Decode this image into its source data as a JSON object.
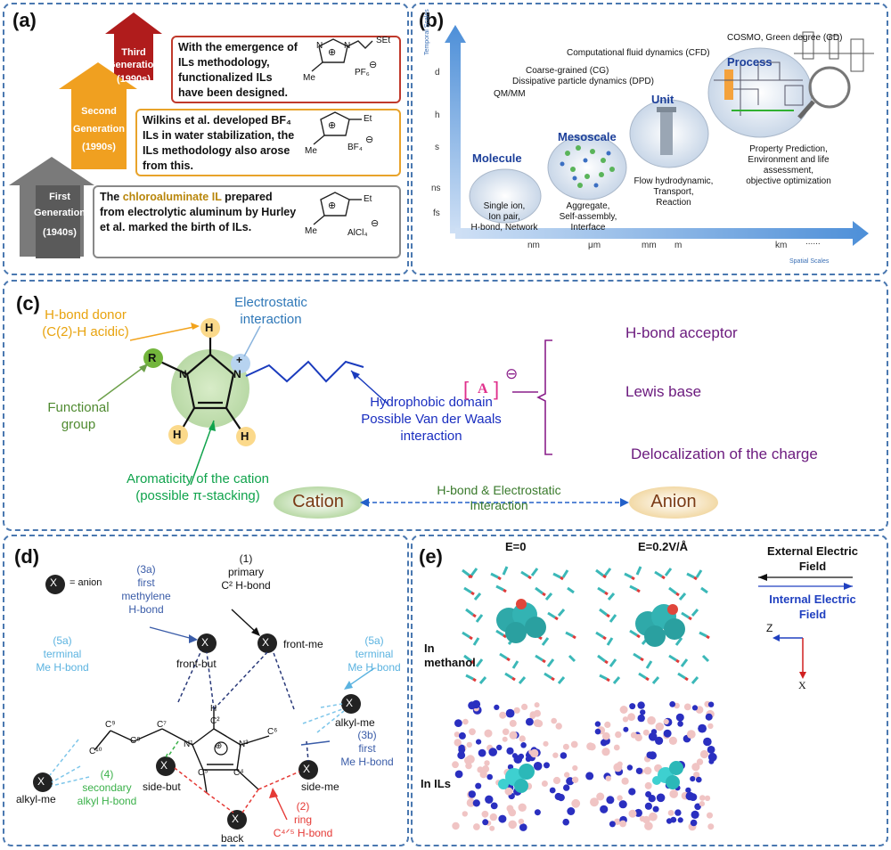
{
  "panel_a": {
    "label": "(a)",
    "generations": [
      {
        "name": "Third",
        "name2": "Generation",
        "era": "(1990s)",
        "text": [
          "With the emergence of",
          "ILs methodology,",
          "functionalized  ILs",
          "have been designed."
        ],
        "anion": "PF₆",
        "substituent": "SEt",
        "color": "#b71c1c"
      },
      {
        "name": "Second",
        "name2": "Generation",
        "era": "(1990s)",
        "text": [
          "Wilkins et al. developed BF₄",
          "ILs in water stabilization, the",
          "ILs methodology also arose",
          "from this."
        ],
        "anion": "BF₄",
        "substituent": "Et",
        "color": "#f0a020"
      },
      {
        "name": "First",
        "name2": "Generation",
        "era": "(1940s)",
        "text_pre": "The ",
        "text_highlight": "chloroaluminate IL",
        "text_post": " prepared",
        "text": [
          "from electrolytic aluminum by Hurley",
          "et al. marked the birth of ILs."
        ],
        "anion": "AlCl₄",
        "substituent": "Et",
        "color": "#777777"
      }
    ],
    "me_label": "Me",
    "n_label": "N",
    "charge_plus": "⊕",
    "charge_minus": "⊖"
  },
  "panel_b": {
    "label": "(b)",
    "temporal_label": "Temporal Scales",
    "spatial_label": "Spatial Scales",
    "time_ticks": [
      "d",
      "h",
      "s",
      "ns",
      "fs"
    ],
    "space_ticks": [
      "nm",
      "μm",
      "mm",
      "m",
      "km",
      "......"
    ],
    "methods": {
      "qmmm": "QM/MM",
      "cg": "Coarse-grained (CG)",
      "dpd": "Dissipative particle dynamics (DPD)",
      "cfd": "Computational fluid dynamics (CFD)",
      "cosmo": "COSMO, Green degree (GD)"
    },
    "levels": {
      "molecule": "Molecule",
      "mesoscale": "Mesoscale",
      "unit": "Unit",
      "process": "Process"
    },
    "descriptions": {
      "molecule": [
        "Single ion,",
        "Ion pair,",
        "H-bond, Network"
      ],
      "mesoscale": [
        "Aggregate,",
        "Self-assembly,",
        "Interface"
      ],
      "unit": [
        "Flow hydrodynamic,",
        "Transport,",
        "Reaction"
      ],
      "process": [
        "Property Prediction,",
        "Environment and life",
        "assessment,",
        "objective optimization"
      ]
    }
  },
  "panel_c": {
    "label": "(c)",
    "hbond_donor": [
      "H-bond donor",
      "(C(2)-H acidic)"
    ],
    "electrostatic": [
      "Electrostatic",
      "interaction"
    ],
    "functional_group": [
      "Functional",
      "group"
    ],
    "hydrophobic": [
      "Hydrophobic domain",
      "Possible Van der Waals",
      "interaction"
    ],
    "aromaticity": [
      "Aromaticity of the cation",
      "(possible π-stacking)"
    ],
    "anion_symbol": "A",
    "anion_charge": "⊖",
    "anion_props": [
      "H-bond acceptor",
      "Lewis base",
      "Delocalization of the charge"
    ],
    "cation": "Cation",
    "anion": "Anion",
    "interaction": [
      "H-bond & Electrostatic",
      "Interaction"
    ],
    "atom_h": "H",
    "atom_n": "N",
    "atom_r": "R",
    "plus": "+"
  },
  "panel_d": {
    "label": "(d)",
    "legend_x": "X",
    "legend_text": "= anion",
    "labels": {
      "primary": [
        "(1)",
        "primary",
        "C² H-bond"
      ],
      "first_methylene": [
        "(3a)",
        "first",
        "methylene",
        "H-bond"
      ],
      "terminal_left": [
        "(5a)",
        "terminal",
        "Me H-bond"
      ],
      "terminal_right": [
        "(5a)",
        "terminal",
        "Me H-bond"
      ],
      "first_me": [
        "(3b)",
        "first",
        "Me H-bond"
      ],
      "secondary": [
        "(4)",
        "secondary",
        "alkyl H-bond"
      ],
      "ring": [
        "(2)",
        "ring",
        "C⁴ᐟ⁵ H-bond"
      ]
    },
    "anion_positions": [
      "front-but",
      "front-me",
      "alkyl-me",
      "alkyl-me",
      "side-but",
      "side-me",
      "back"
    ],
    "atoms": [
      "C¹⁰",
      "C⁹",
      "C⁸",
      "C⁷",
      "N¹",
      "C²",
      "N³",
      "C⁶",
      "C⁵",
      "C⁴",
      "H",
      "⊕"
    ]
  },
  "panel_e": {
    "label": "(e)",
    "col1": "E=0",
    "col2": "E=0.2V/Å",
    "row1": [
      "In",
      "methanol"
    ],
    "row2": "In ILs",
    "external": [
      "External Electric",
      "Field"
    ],
    "internal": [
      "Internal Electric",
      "Field"
    ],
    "axis_z": "Z",
    "axis_x": "X"
  }
}
